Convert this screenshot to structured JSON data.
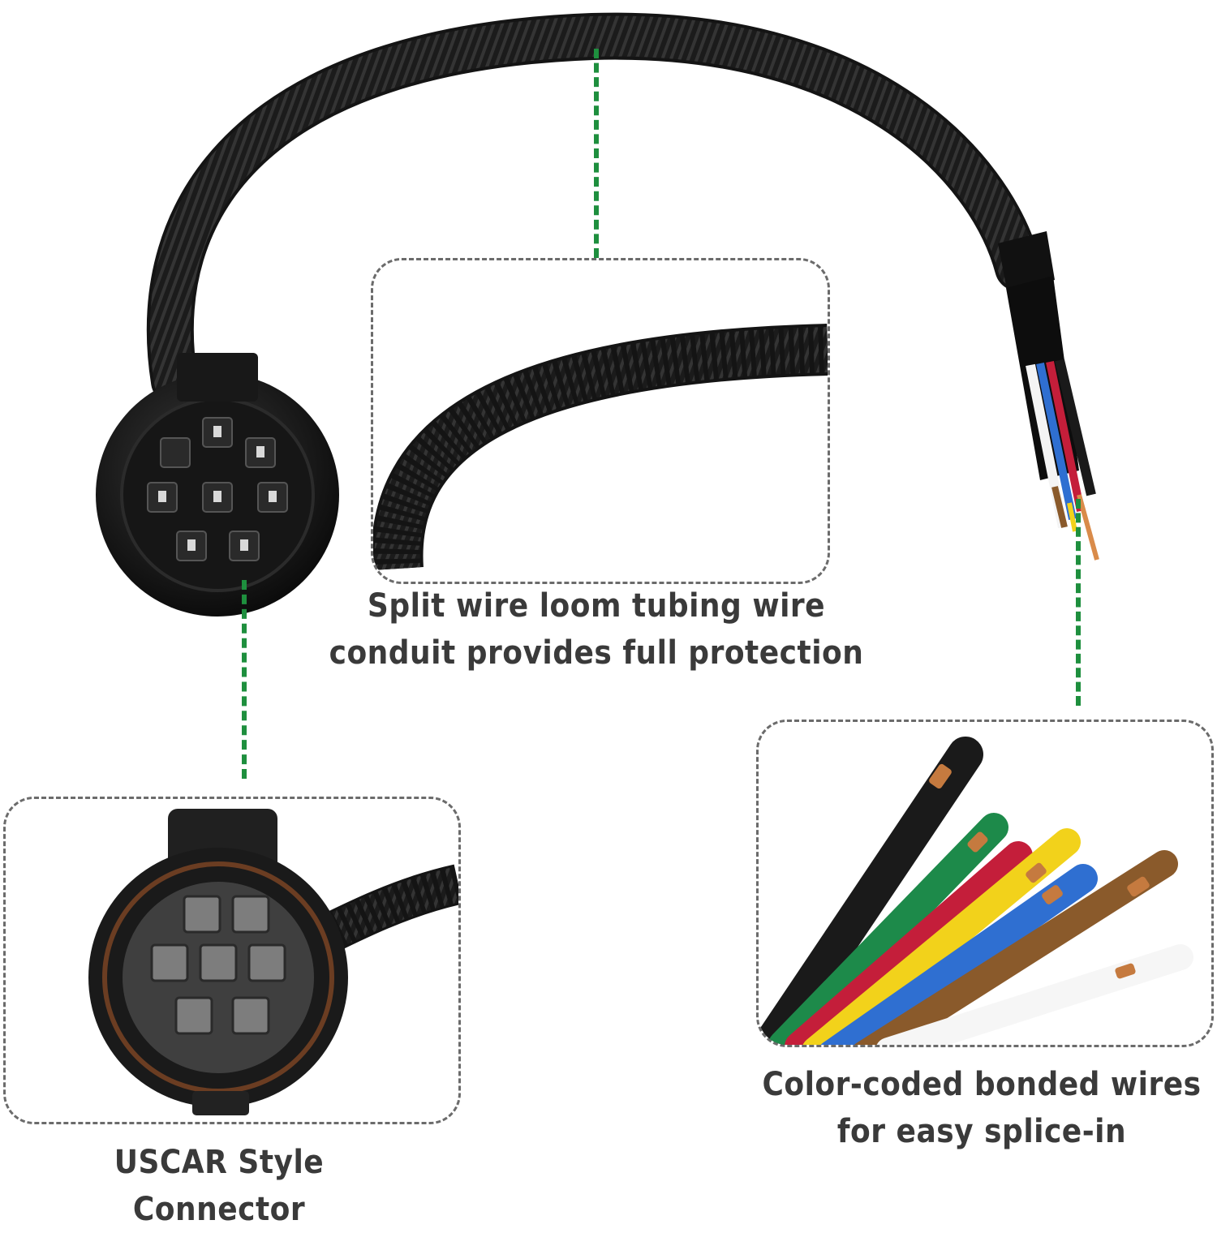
{
  "callouts": {
    "loom": {
      "text_line1": "Split wire loom tubing wire",
      "text_line2": "conduit provides full protection"
    },
    "connector": {
      "text": "USCAR Style Connector"
    },
    "wires": {
      "text_line1": "Color-coded bonded wires",
      "text_line2": "for easy splice-in"
    }
  },
  "colors": {
    "leader_line": "#1e8f3e",
    "box_border": "#6b6b6b",
    "caption_text": "#3a3a3a",
    "wire_colors": [
      "#1a1a1a",
      "#1d8a4a",
      "#c41e3a",
      "#f2d21b",
      "#2f6fd1",
      "#8a5a2b",
      "#ffffff"
    ]
  }
}
